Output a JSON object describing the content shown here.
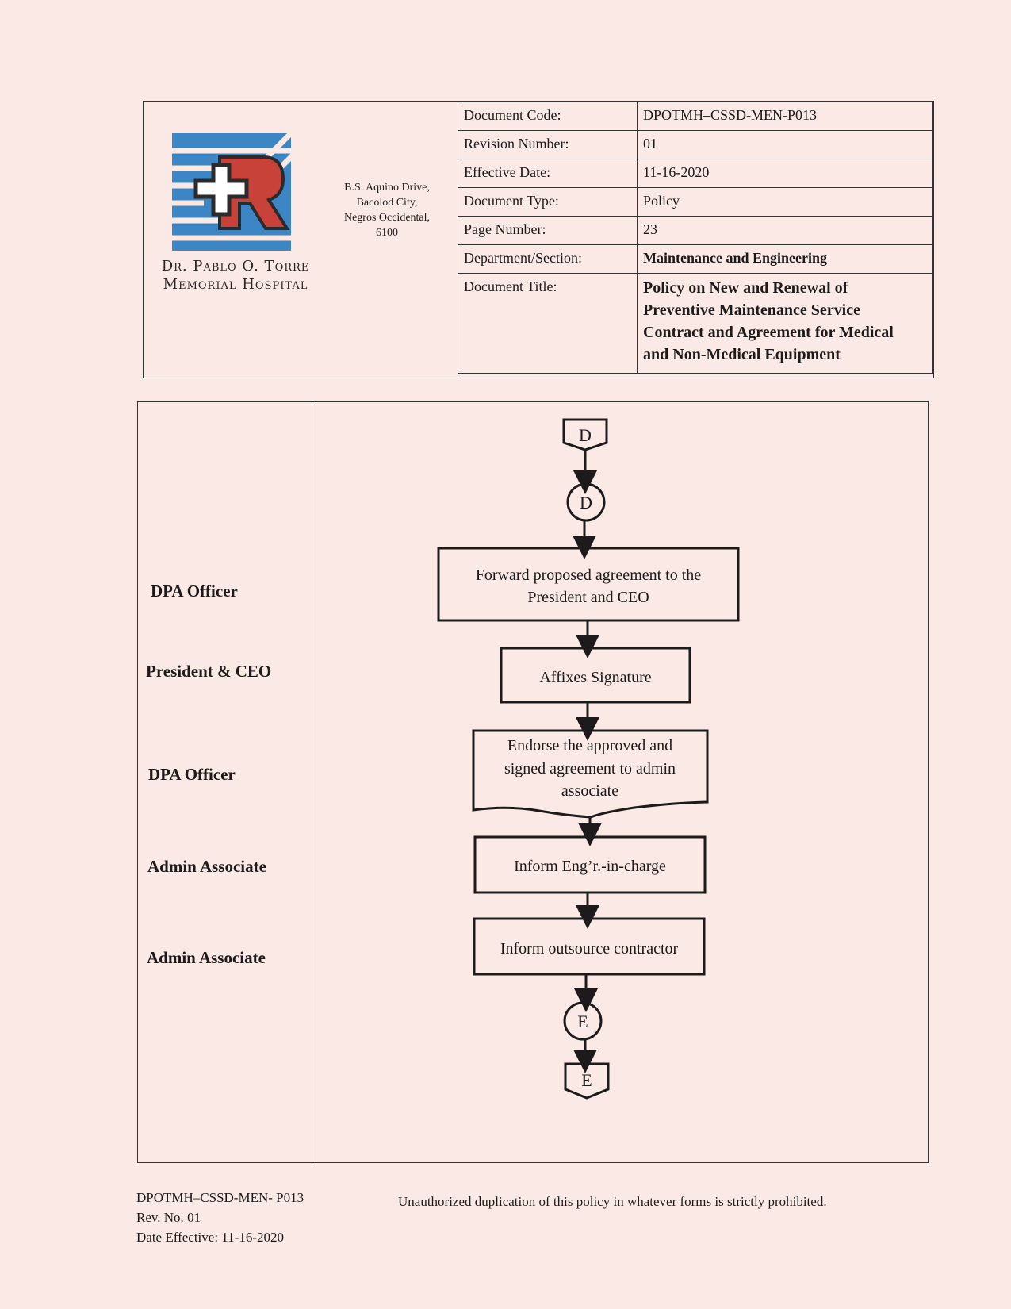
{
  "header": {
    "hospital_name_line1": "Dr. Pablo O. Torre",
    "hospital_name_line2": "Memorial Hospital",
    "address": [
      "B.S. Aquino Drive,",
      "Bacolod City,",
      "Negros Occidental,",
      "6100"
    ],
    "meta": [
      {
        "key": "Document Code:",
        "value": "DPOTMH–CSSD-MEN-P013",
        "bold": false
      },
      {
        "key": "Revision Number:",
        "value": "01",
        "bold": false
      },
      {
        "key": "Effective Date:",
        "value": "11-16-2020",
        "bold": false
      },
      {
        "key": "Document Type:",
        "value": "Policy",
        "bold": false
      },
      {
        "key": "Page Number:",
        "value": "23",
        "bold": false
      },
      {
        "key": "Department/Section:",
        "value": "Maintenance and Engineering",
        "bold": true
      }
    ],
    "title_key": "Document Title:",
    "title_lines": [
      "Policy on New and Renewal of",
      "Preventive Maintenance Service",
      "Contract and Agreement for Medical",
      "and Non-Medical Equipment"
    ],
    "colors": {
      "logo_blue": "#3d86c6",
      "logo_red": "#c8423a",
      "logo_dark": "#2b2b2b"
    }
  },
  "flow": {
    "lanes": [
      "DPA Officer",
      "President & CEO",
      "DPA Officer",
      "Admin Associate",
      "Admin Associate"
    ],
    "top_offpage": "D",
    "top_connector": "D",
    "steps": [
      [
        "Forward proposed agreement to the",
        "President and CEO"
      ],
      [
        "Affixes Signature"
      ],
      [
        "Endorse the approved and",
        "signed agreement to admin",
        "associate"
      ],
      [
        "Inform Eng’r.-in-charge"
      ],
      [
        "Inform outsource contractor"
      ]
    ],
    "bottom_connector": "E",
    "bottom_offpage": "E"
  },
  "footer": {
    "code": "DPOTMH–CSSD-MEN- P013",
    "rev_label": "Rev. No. ",
    "rev_value": "01",
    "date": "Date Effective:  11-16-2020",
    "notice": "Unauthorized duplication of this policy in whatever forms is strictly prohibited."
  }
}
